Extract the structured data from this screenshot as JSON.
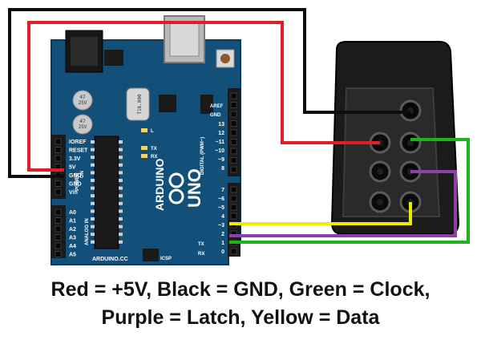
{
  "board": {
    "model_text": "UNO",
    "brand_text": "ARDUINO",
    "site_text": "ARDUINO.CC",
    "digital_label": "DIGITAL (PWM~)",
    "aref_label": "AREF",
    "gnd_label": "GND",
    "tx_label": "TX",
    "rx_label": "RX",
    "icsp_label": "ICSP",
    "tx_led_label": "TX",
    "rx_led_label": "RX",
    "l_led_label": "L",
    "on_label": "ON",
    "power_header_label": "POWER",
    "analog_header_label": "ANALOG IN",
    "power_pins": [
      "IOREF",
      "RESET",
      "3.3V",
      "5V",
      "GND",
      "GND",
      "Vin"
    ],
    "analog_pins": [
      "A0",
      "A1",
      "A2",
      "A3",
      "A4",
      "A5"
    ],
    "digital_pins_top": [
      "13",
      "12",
      "~11",
      "~10",
      "~9",
      "8"
    ],
    "digital_pins_bottom": [
      "7",
      "~6",
      "~5",
      "4",
      "~3",
      "2",
      "1",
      "0"
    ],
    "crystal_text": "T16.000",
    "cap_text": [
      "25V",
      "47",
      "25V",
      "47"
    ],
    "colors": {
      "pcb": "#12507a",
      "pcb_dark": "#0b3a5c",
      "header": "#1a1a1a",
      "silk": "#ffffff"
    }
  },
  "wires": {
    "colors": {
      "red": "#e11d26",
      "black": "#0d0d0d",
      "green": "#1db31d",
      "purple": "#8e3fa8",
      "yellow": "#f0ea00"
    }
  },
  "controller_port": {
    "colors": {
      "body": "#1b1b1b",
      "face": "#2a2a2a",
      "hole": "#0a0a0a",
      "ring": "#5a5a5a"
    }
  },
  "caption": {
    "line1": "Red = +5V, Black = GND, Green = Clock,",
    "line2": "Purple = Latch, Yellow = Data"
  }
}
